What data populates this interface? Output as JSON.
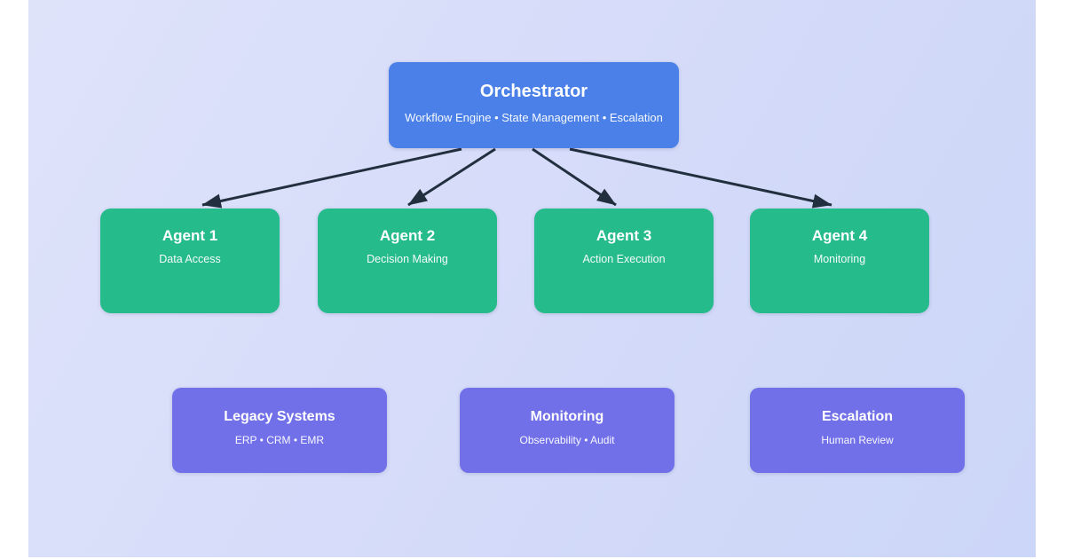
{
  "diagram": {
    "orchestrator": {
      "title": "Orchestrator",
      "subtitle": "Workflow Engine • State Management • Escalation"
    },
    "agents": [
      {
        "title": "Agent 1",
        "subtitle": "Data Access"
      },
      {
        "title": "Agent 2",
        "subtitle": "Decision Making"
      },
      {
        "title": "Agent 3",
        "subtitle": "Action Execution"
      },
      {
        "title": "Agent 4",
        "subtitle": "Monitoring"
      }
    ],
    "systems": [
      {
        "title": "Legacy Systems",
        "subtitle": "ERP • CRM • EMR"
      },
      {
        "title": "Monitoring",
        "subtitle": "Observability • Audit"
      },
      {
        "title": "Escalation",
        "subtitle": "Human Review"
      }
    ],
    "connections": [
      {
        "from": "Orchestrator",
        "to": "Agent 1"
      },
      {
        "from": "Orchestrator",
        "to": "Agent 2"
      },
      {
        "from": "Orchestrator",
        "to": "Agent 3"
      },
      {
        "from": "Orchestrator",
        "to": "Agent 4"
      }
    ]
  },
  "colors": {
    "page_background": "#ffffff",
    "canvas_gradient_start": "#dfe3fa",
    "canvas_gradient_end": "#ccd6f8",
    "orchestrator_fill": "#4a80e8",
    "agent_fill": "#26bb8b",
    "system_fill": "#7170e9",
    "arrow": "#222f3e",
    "text": "#ffffff"
  }
}
